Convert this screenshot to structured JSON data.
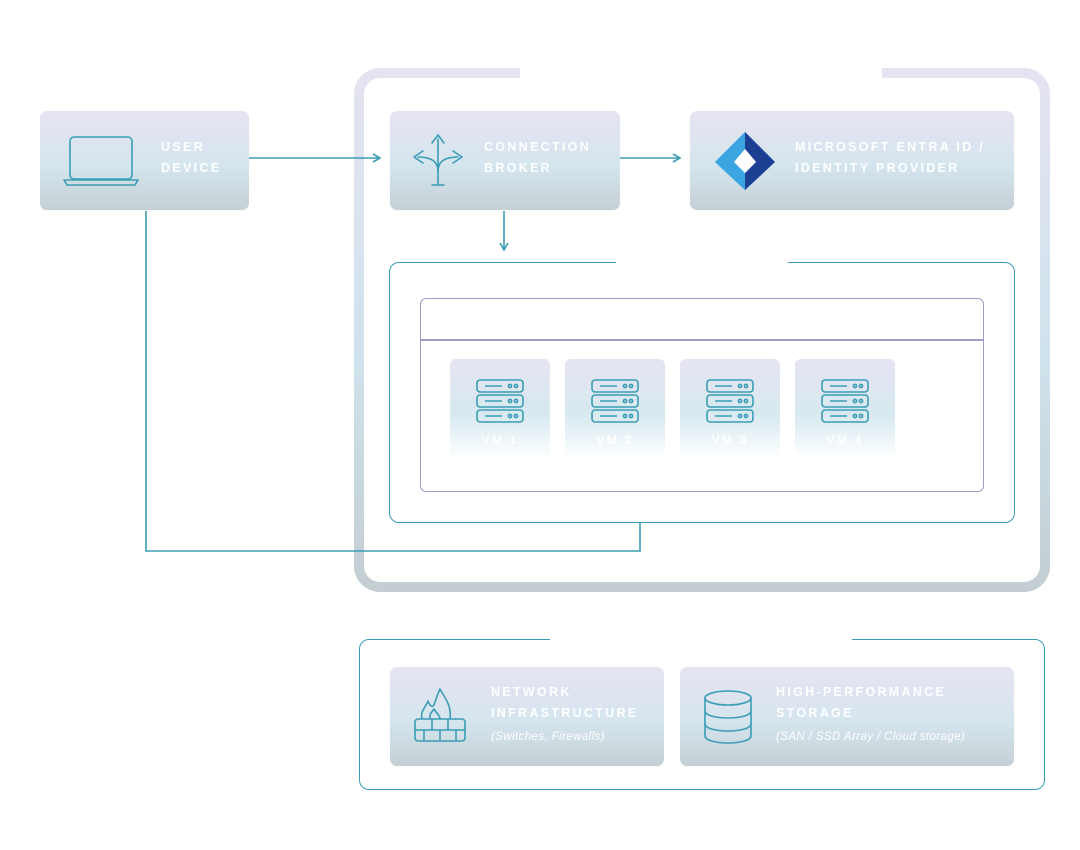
{
  "nodes": {
    "user_device": {
      "title_line1": "USER",
      "title_line2": "DEVICE",
      "icon": "laptop-icon"
    },
    "connection_broker": {
      "title_line1": "CONNECTION",
      "title_line2": "BROKER",
      "icon": "split-arrows-icon"
    },
    "identity_provider": {
      "title_line1": "MICROSOFT ENTRA ID /",
      "title_line2": "IDENTITY PROVIDER",
      "icon": "entra-id-logo"
    },
    "network": {
      "title_line1": "NETWORK",
      "title_line2": "INFRASTRUCTURE",
      "subtitle": "(Switches, Firewalls)",
      "icon": "firewall-icon"
    },
    "storage": {
      "title_line1": "HIGH-PERFORMANCE",
      "title_line2": "STORAGE",
      "subtitle": "(SAN / SSD Array / Cloud storage)",
      "icon": "database-icon"
    }
  },
  "vms": [
    {
      "label": "VM 1",
      "icon": "server-icon"
    },
    {
      "label": "VM 2",
      "icon": "server-icon"
    },
    {
      "label": "VM 3",
      "icon": "server-icon"
    },
    {
      "label": "VM 4",
      "icon": "server-icon"
    }
  ],
  "colors": {
    "accent_teal": "#3b9db5",
    "pool_purple": "#a59bc4",
    "card_top": "#e6e4f2",
    "card_bottom": "#c5d0d5",
    "entra_light": "#5ec8f0",
    "entra_dark": "#1c3f94"
  }
}
